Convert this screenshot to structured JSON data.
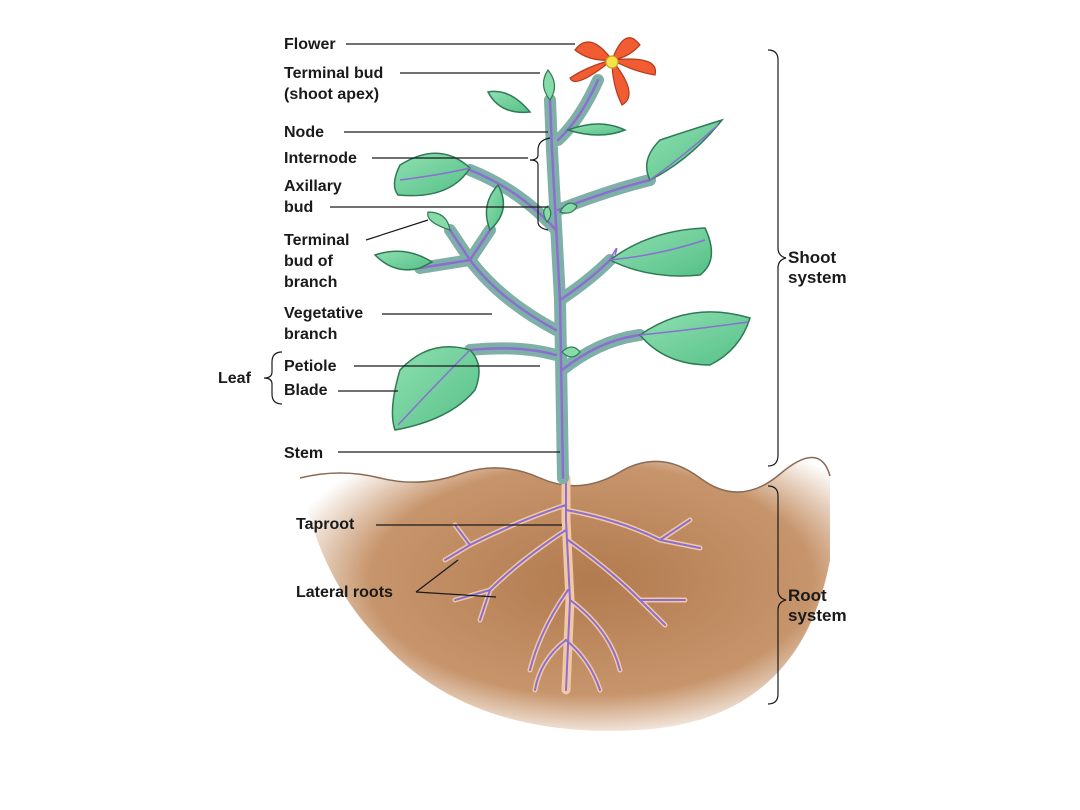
{
  "colors": {
    "leaf": "#72d49d",
    "leaf_dark": "#3f9a6b",
    "stem": "#7a9e9c",
    "vein": "#8a6fd0",
    "soil": "#b98358",
    "root": "#f2c7a5",
    "petal": "#f25c33",
    "leader": "#1a1a1a"
  },
  "labels": {
    "flower": "Flower",
    "terminal_bud": [
      "Terminal bud",
      "(shoot apex)"
    ],
    "node": "Node",
    "internode": "Internode",
    "axillary_bud": [
      "Axillary",
      "bud"
    ],
    "terminal_bud_branch": [
      "Terminal",
      "bud of",
      "branch"
    ],
    "vegetative_branch": [
      "Vegetative",
      "branch"
    ],
    "leaf": "Leaf",
    "petiole": "Petiole",
    "blade": "Blade",
    "stem": "Stem",
    "taproot": "Taproot",
    "lateral_roots": "Lateral roots",
    "shoot_system": [
      "Shoot",
      "system"
    ],
    "root_system": [
      "Root",
      "system"
    ]
  }
}
